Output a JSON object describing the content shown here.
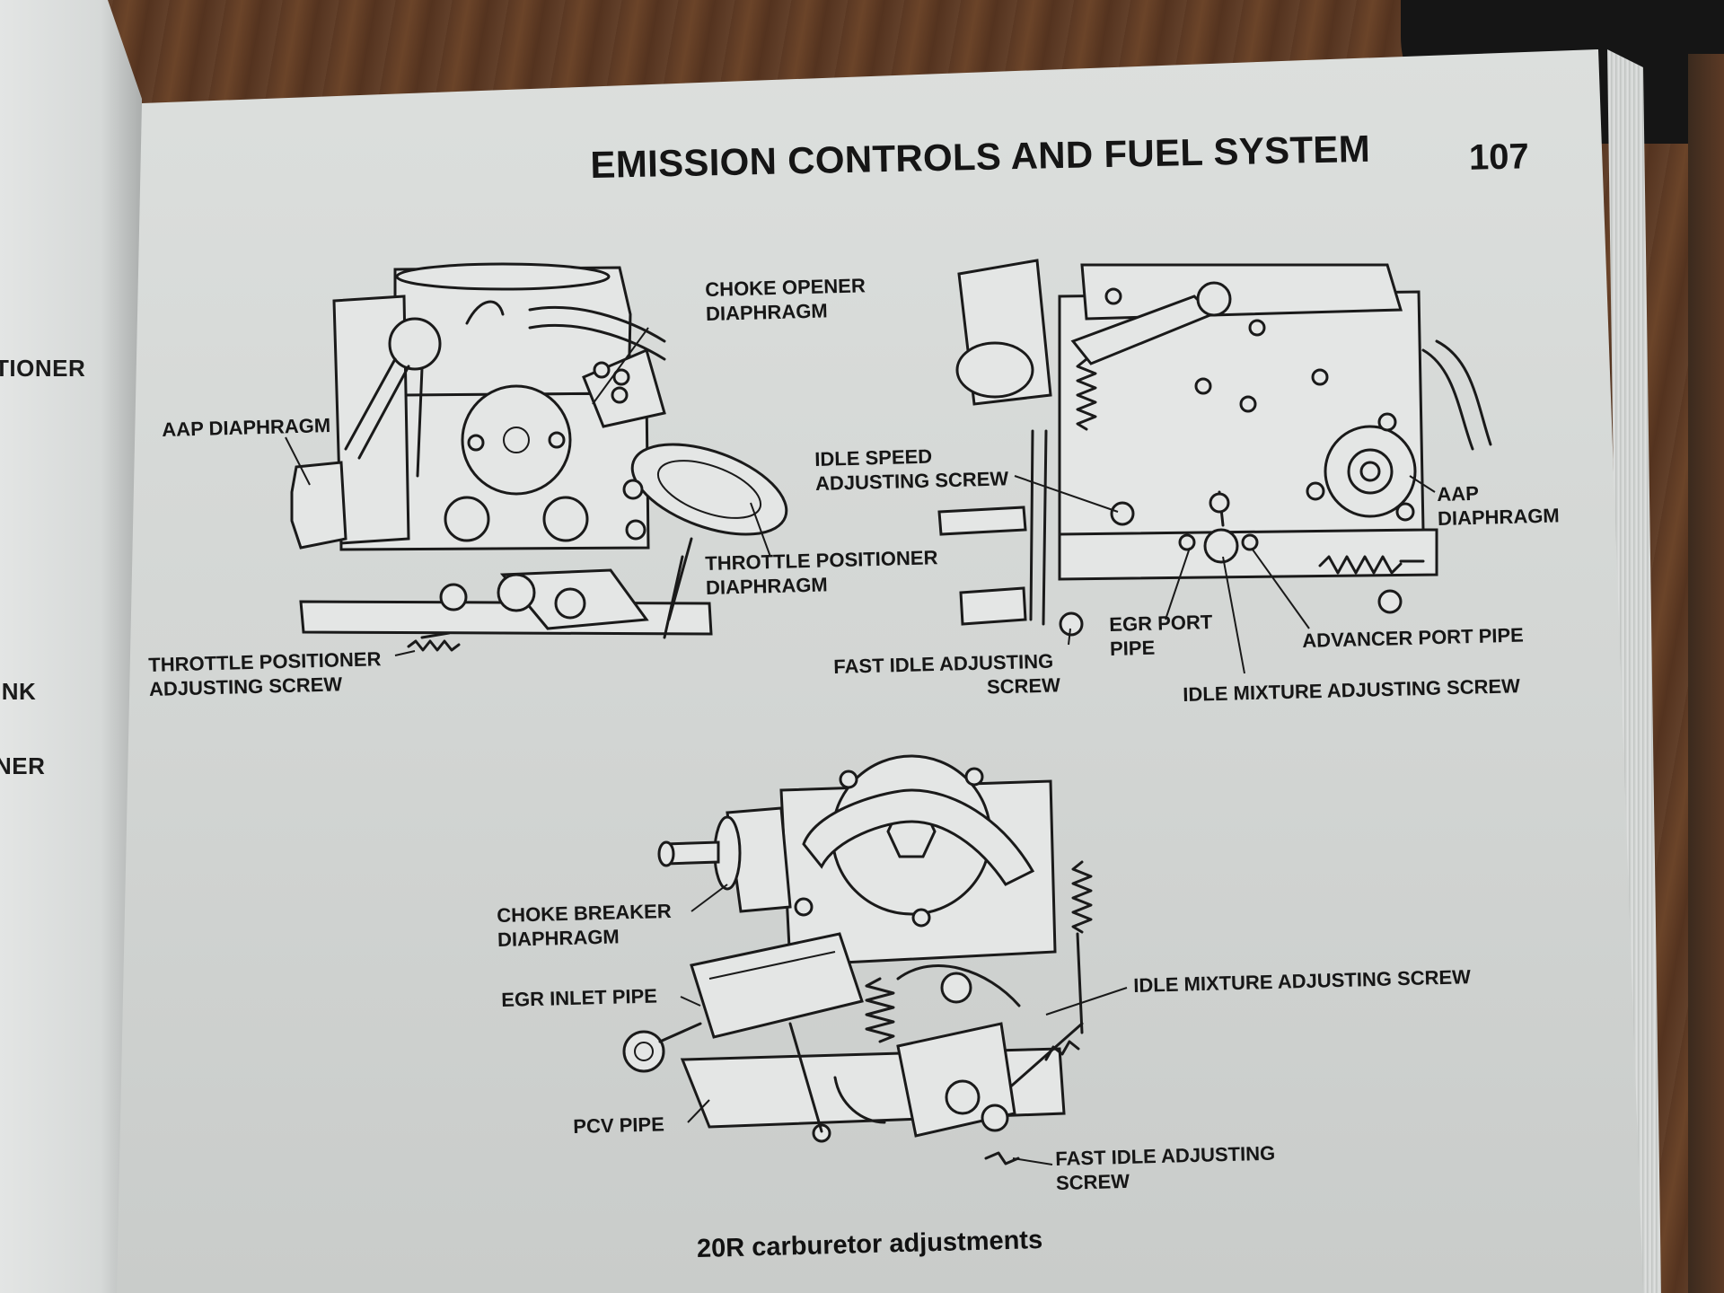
{
  "page": {
    "header_title": "EMISSION CONTROLS AND FUEL SYSTEM",
    "page_number": "107",
    "caption": "20R carburetor adjustments"
  },
  "left_page": {
    "fragments": [
      "TIONER",
      "INK",
      "NER"
    ]
  },
  "diagrams": {
    "top_left": {
      "labels": {
        "choke_opener": [
          "CHOKE OPENER",
          "DIAPHRAGM"
        ],
        "aap": [
          "AAP DIAPHRAGM"
        ],
        "throttle_positioner": [
          "THROTTLE POSITIONER",
          "DIAPHRAGM"
        ],
        "tp_adjusting_screw": [
          "THROTTLE POSITIONER",
          "ADJUSTING SCREW"
        ]
      }
    },
    "top_right": {
      "labels": {
        "idle_speed": [
          "IDLE SPEED",
          "ADJUSTING SCREW"
        ],
        "aap": [
          "AAP",
          "DIAPHRAGM"
        ],
        "egr_port": [
          "EGR PORT",
          "PIPE"
        ],
        "advancer_port": [
          "ADVANCER PORT PIPE"
        ],
        "fast_idle": [
          "FAST IDLE ADJUSTING",
          "SCREW"
        ],
        "idle_mixture": [
          "IDLE MIXTURE ADJUSTING SCREW"
        ]
      }
    },
    "bottom": {
      "labels": {
        "choke_breaker": [
          "CHOKE BREAKER",
          "DIAPHRAGM"
        ],
        "egr_inlet": [
          "EGR INLET PIPE"
        ],
        "pcv": [
          "PCV PIPE"
        ],
        "idle_mixture": [
          "IDLE MIXTURE ADJUSTING SCREW"
        ],
        "fast_idle": [
          "FAST IDLE ADJUSTING",
          "SCREW"
        ]
      }
    }
  },
  "colors": {
    "paper": "#d6d9d7",
    "ink": "#161616",
    "wood": "#5a3823"
  }
}
